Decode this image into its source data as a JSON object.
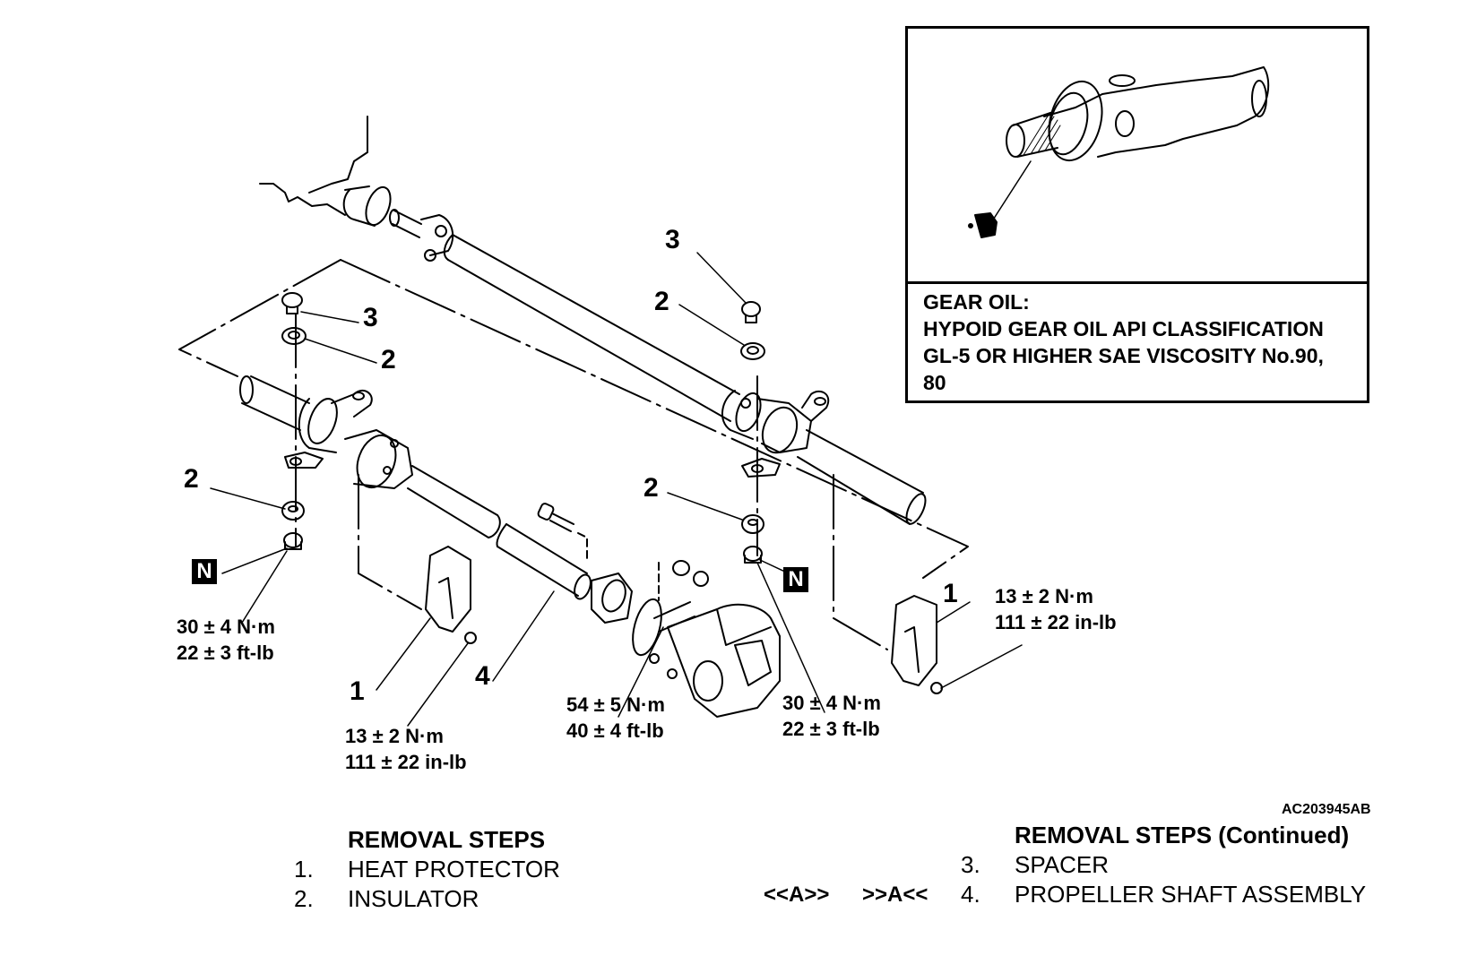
{
  "figure_id": "AC203945AB",
  "callouts": {
    "left_3": "3",
    "left_2_upper": "2",
    "left_2_lower": "2",
    "left_1": "1",
    "part_4": "4",
    "right_3": "3",
    "right_2_upper": "2",
    "right_2_lower": "2",
    "right_1": "1"
  },
  "new_part_badge": "N",
  "torque_specs": {
    "left_nut": [
      "30 ± 4 N·m",
      "22 ± 3 ft-lb"
    ],
    "left_protector_bolt": [
      "13 ± 2 N·m",
      "111 ± 22 in-lb"
    ],
    "flange_bolt": [
      "54 ± 5 N·m",
      "40 ± 4 ft-lb"
    ],
    "right_nut": [
      "30 ± 4 N·m",
      "22 ± 3 ft-lb"
    ],
    "right_protector_bolt": [
      "13 ± 2 N·m",
      "111 ± 22 in-lb"
    ]
  },
  "inset": {
    "icon": "oil-can-icon",
    "lines": [
      "GEAR OIL:",
      "HYPOID GEAR OIL API CLASSIFICATION",
      "GL-5 OR HIGHER SAE VISCOSITY No.90,",
      "80"
    ]
  },
  "removal_steps": {
    "title": "REMOVAL STEPS",
    "items": [
      {
        "num": "1.",
        "label": "HEAT PROTECTOR"
      },
      {
        "num": "2.",
        "label": "INSULATOR"
      }
    ]
  },
  "removal_steps_continued": {
    "title": "REMOVAL STEPS (Continued)",
    "items": [
      {
        "num": "3.",
        "label": "SPACER",
        "ref": ""
      },
      {
        "num": "4.",
        "label": "PROPELLER SHAFT ASSEMBLY",
        "ref_left": "<<A>>",
        "ref_right": ">>A<<"
      }
    ]
  }
}
